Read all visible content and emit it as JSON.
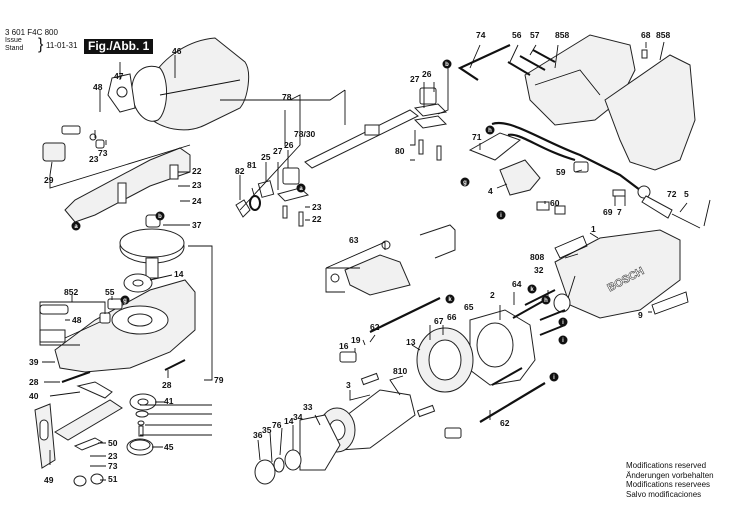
{
  "header": {
    "part_number": "3 601 F4C 800",
    "issue_label_1": "Issue",
    "issue_label_2": "Stand",
    "issue_date": "11-01-31",
    "figure_label": "Fig./Abb. 1"
  },
  "footer": {
    "modifications": [
      "Modifications reserved",
      "Änderungen vorbehalten",
      "Modifications reservees",
      "Salvo modificaciones"
    ]
  },
  "brand": "BOSCH",
  "part_labels": {
    "p46": "46",
    "p47": "47",
    "p48a": "48",
    "p23a": "23",
    "p73a": "73",
    "p29": "29",
    "p22a": "22",
    "p23b": "23",
    "p24": "24",
    "p37": "37",
    "p14a": "14",
    "p852": "852",
    "p55": "55",
    "p48b": "48",
    "p39": "39",
    "p28a": "28",
    "p28b": "28",
    "p40": "40",
    "p41": "41",
    "p79": "79",
    "p49": "49",
    "p50": "50",
    "p23c": "23",
    "p73b": "73",
    "p51": "51",
    "p45": "45",
    "p78": "78",
    "p7830": "78/30",
    "p82": "82",
    "p81": "81",
    "p25": "25",
    "p27a": "27",
    "p26a": "26",
    "p23d": "23",
    "p22b": "22",
    "p27b": "27",
    "p26b": "26",
    "p80": "80",
    "p74": "74",
    "p56": "56",
    "p57": "57",
    "p858a": "858",
    "p68": "68",
    "p858b": "858",
    "p71": "71",
    "p4": "4",
    "p59": "59",
    "p60": "60",
    "p69": "69",
    "p7": "7",
    "p72": "72",
    "p5": "5",
    "p63": "63",
    "p62a": "62",
    "p19": "19",
    "p16": "16",
    "p13": "13",
    "p67": "67",
    "p66": "66",
    "p65": "65",
    "p2": "2",
    "p64": "64",
    "p808": "808",
    "p32": "32",
    "p1": "1",
    "p9": "9",
    "p810": "810",
    "p3": "3",
    "p33": "33",
    "p34": "34",
    "p14b": "14",
    "p76": "76",
    "p35": "35",
    "p36": "36",
    "p62b": "62"
  },
  "connection_markers": [
    "a",
    "b",
    "g",
    "h",
    "i",
    "k"
  ]
}
